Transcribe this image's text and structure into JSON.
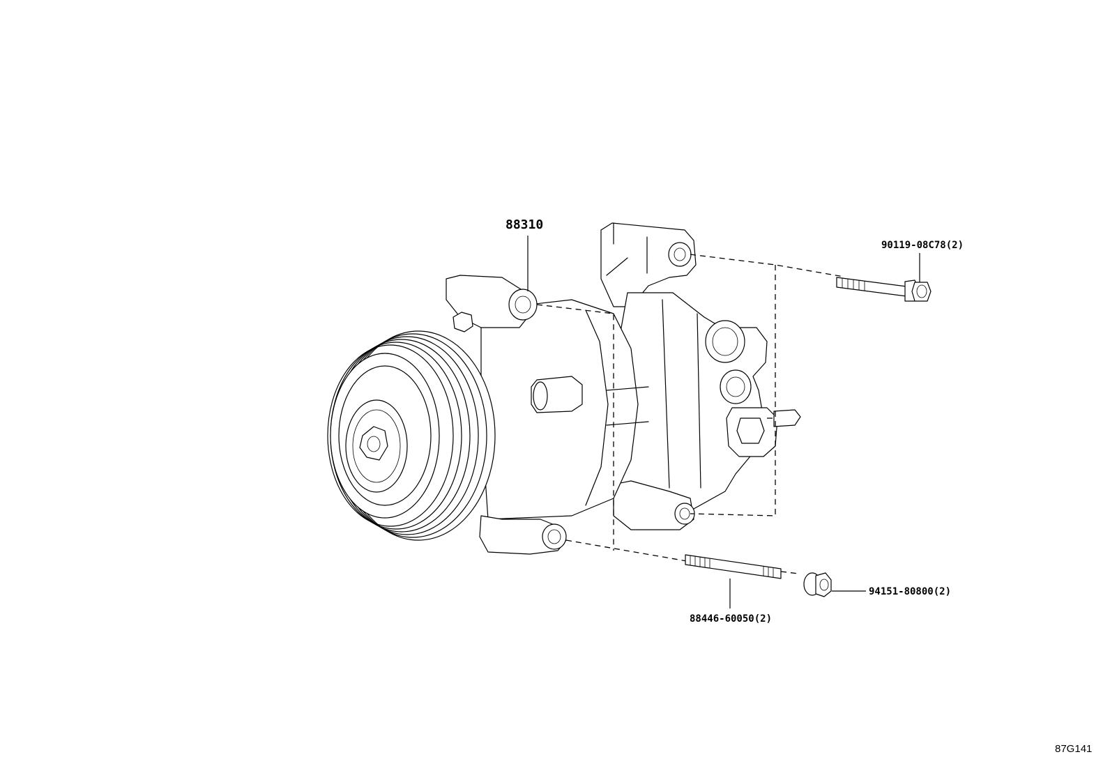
{
  "diagram": {
    "parts": {
      "compressor": {
        "number": "88310"
      },
      "upper_bolt": {
        "number": "90119-08C78(2)"
      },
      "stud": {
        "number": "88446-60050(2)"
      },
      "nut": {
        "number": "94151-80800(2)"
      }
    },
    "reference_code": "87G141"
  }
}
